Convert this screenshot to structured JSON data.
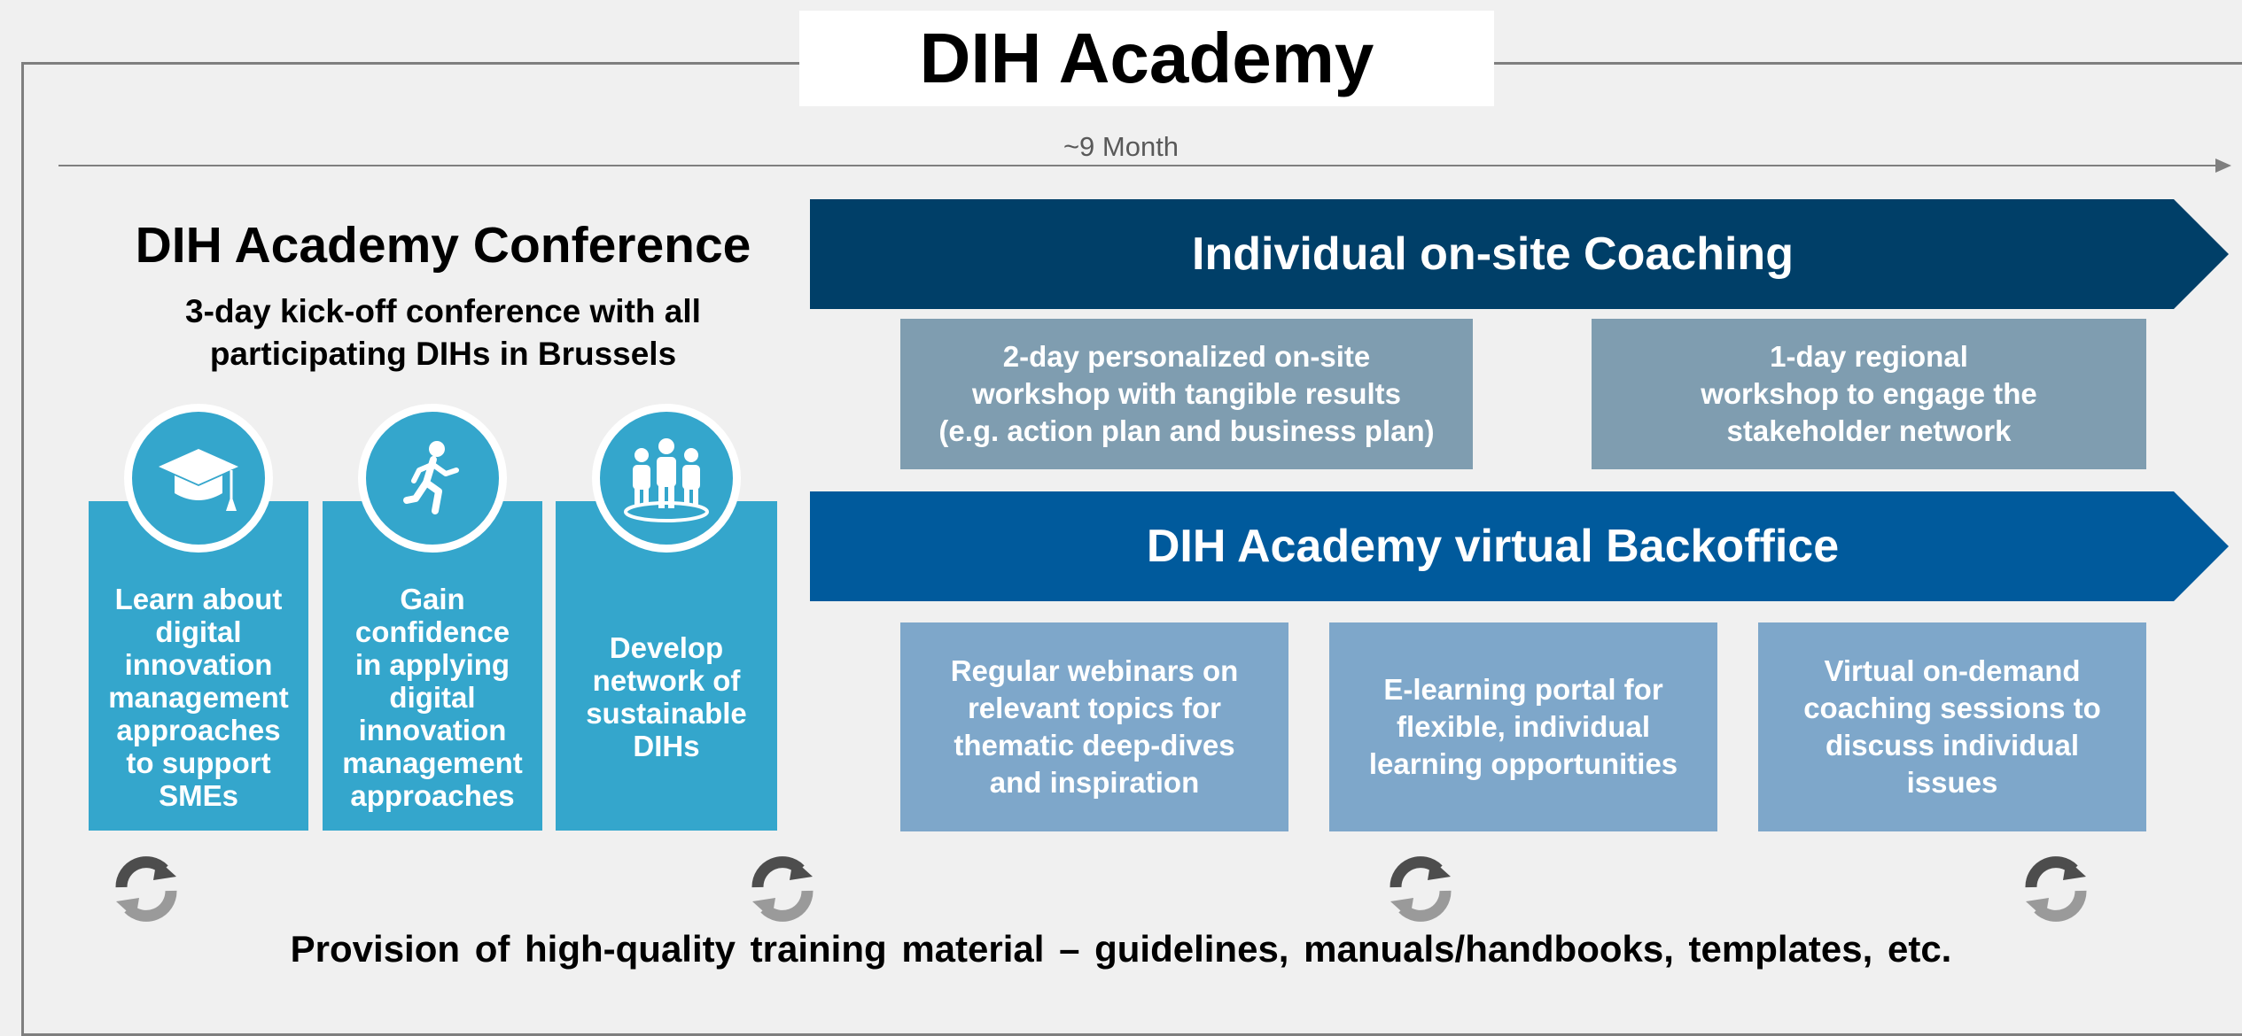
{
  "title": "DIH Academy",
  "timeline": {
    "label": "~9 Month"
  },
  "conference": {
    "title": "DIH Academy Conference",
    "subtitle_line1": "3-day kick-off conference with all",
    "subtitle_line2": "participating DIHs in Brussels",
    "columns": [
      {
        "icon": "graduation-cap-icon",
        "lines": [
          "Learn about",
          "digital",
          "innovation",
          "management",
          "approaches",
          "to support",
          "SMEs"
        ]
      },
      {
        "icon": "running-person-icon",
        "lines": [
          "Gain",
          "confidence",
          "in applying",
          "digital",
          "innovation",
          "management",
          "approaches"
        ]
      },
      {
        "icon": "people-network-icon",
        "lines": [
          "Develop",
          "network of",
          "sustainable",
          "DIHs"
        ]
      }
    ]
  },
  "coaching": {
    "title": "Individual on-site Coaching",
    "boxes": [
      {
        "lines": [
          "2-day personalized on-site",
          "workshop with tangible results",
          "(e.g. action plan and business plan)"
        ]
      },
      {
        "lines": [
          "1-day regional",
          "workshop to engage the",
          "stakeholder network"
        ]
      }
    ]
  },
  "backoffice": {
    "title": "DIH Academy virtual Backoffice",
    "boxes": [
      {
        "lines": [
          "Regular webinars on",
          "relevant topics for",
          "thematic deep-dives",
          "and inspiration"
        ]
      },
      {
        "lines": [
          "E-learning portal for",
          "flexible, individual",
          "learning opportunities"
        ]
      },
      {
        "lines": [
          "Virtual on-demand",
          "coaching sessions to",
          "discuss individual",
          "issues"
        ]
      }
    ]
  },
  "footer": "Provision of high-quality training material – guidelines, manuals/handbooks, templates, etc.",
  "colors": {
    "background": "#f0f0f0",
    "conference_blue": "#34a6cc",
    "coaching_arrow": "#003f68",
    "backoffice_arrow": "#005a9c",
    "coaching_box": "#7f9db0",
    "backoffice_box": "#7ea7ca",
    "refresh_icon": "#4d4d4d"
  }
}
